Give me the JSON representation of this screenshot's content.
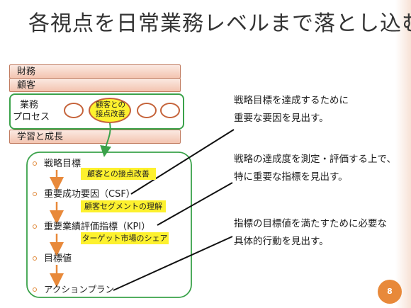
{
  "slide": {
    "title": "各視点を日常業務レベルまで落とし込む",
    "page_number": "8"
  },
  "perspectives": {
    "finance": "財務",
    "customer": "顧客",
    "process_line1": "業務",
    "process_line2": "プロセス",
    "process_highlight_line1": "顧客との",
    "process_highlight_line2": "接点改善",
    "learning": "学習と成長"
  },
  "steps": [
    {
      "label": "戦略目標",
      "tag": "顧客との接点改善"
    },
    {
      "label": "重要成功要因（CSF）",
      "tag": "顧客セグメントの理解"
    },
    {
      "label": "重要業績評価指標（KPI）",
      "tag": "ターゲット市場のシェア"
    },
    {
      "label": "目標値",
      "tag": ""
    },
    {
      "label": "アクションプラン",
      "tag": ""
    }
  ],
  "notes": [
    {
      "line1": "戦略目標を達成するために",
      "line2": "重要な要因を見出す。"
    },
    {
      "line1": "戦略の達成度を測定・評価する上で、",
      "line2": "特に重要な指標を見出す。"
    },
    {
      "line1": "指標の目標値を満たすために必要な",
      "line2": "具体的行動を見出す。"
    }
  ],
  "colors": {
    "accent_orange": "#e8893a",
    "green": "#3aa24a",
    "highlight_yellow": "#fdf12e"
  }
}
